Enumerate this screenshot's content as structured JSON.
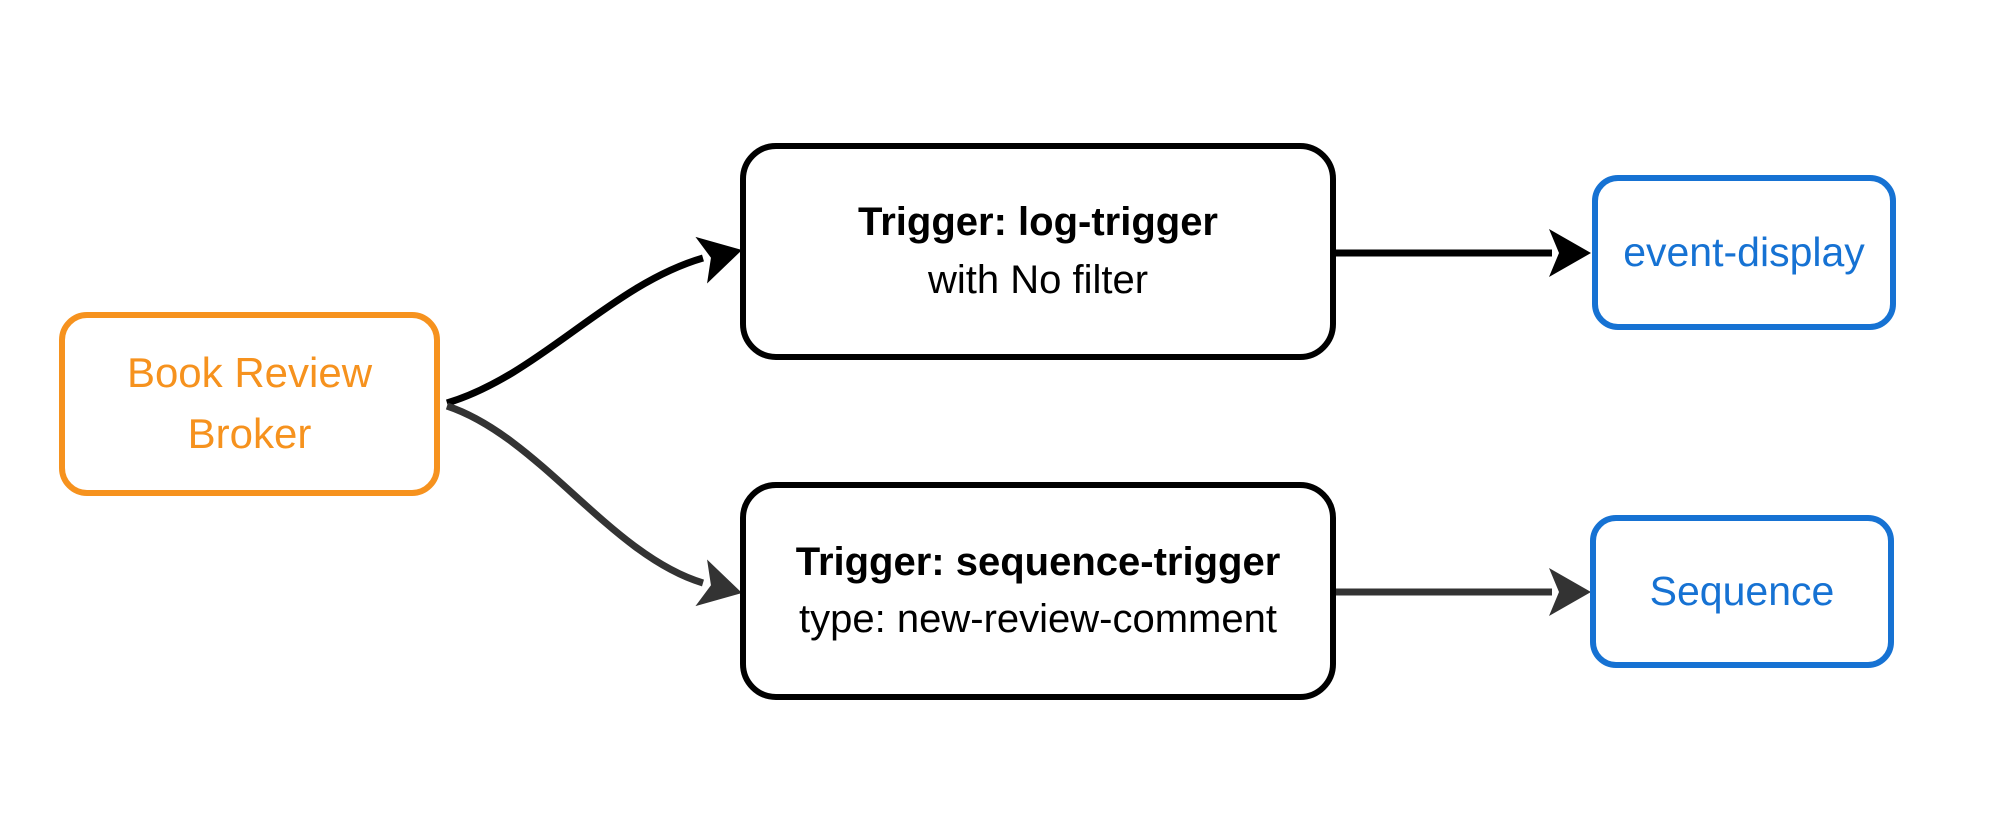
{
  "diagram": {
    "background": "#ffffff",
    "nodes": {
      "broker": {
        "label": "Book Review Broker",
        "color": "#F6921E"
      },
      "trigger_log": {
        "title": "Trigger: log-trigger",
        "subtitle": "with No filter",
        "border_color": "#000000",
        "text_color": "#000000"
      },
      "trigger_sequence": {
        "title": "Trigger: sequence-trigger",
        "subtitle": "type: new-review-comment",
        "border_color": "#000000",
        "text_color": "#000000"
      },
      "event_display": {
        "label": "event-display",
        "color": "#1672D3"
      },
      "sequence": {
        "label": "Sequence",
        "color": "#1672D3"
      }
    },
    "edges": [
      {
        "from": "Book Review Broker",
        "to": "Trigger: log-trigger",
        "color": "#000000"
      },
      {
        "from": "Book Review Broker",
        "to": "Trigger: sequence-trigger",
        "color": "#333333"
      },
      {
        "from": "Trigger: log-trigger",
        "to": "event-display",
        "color": "#000000"
      },
      {
        "from": "Trigger: sequence-trigger",
        "to": "Sequence",
        "color": "#333333"
      }
    ]
  }
}
